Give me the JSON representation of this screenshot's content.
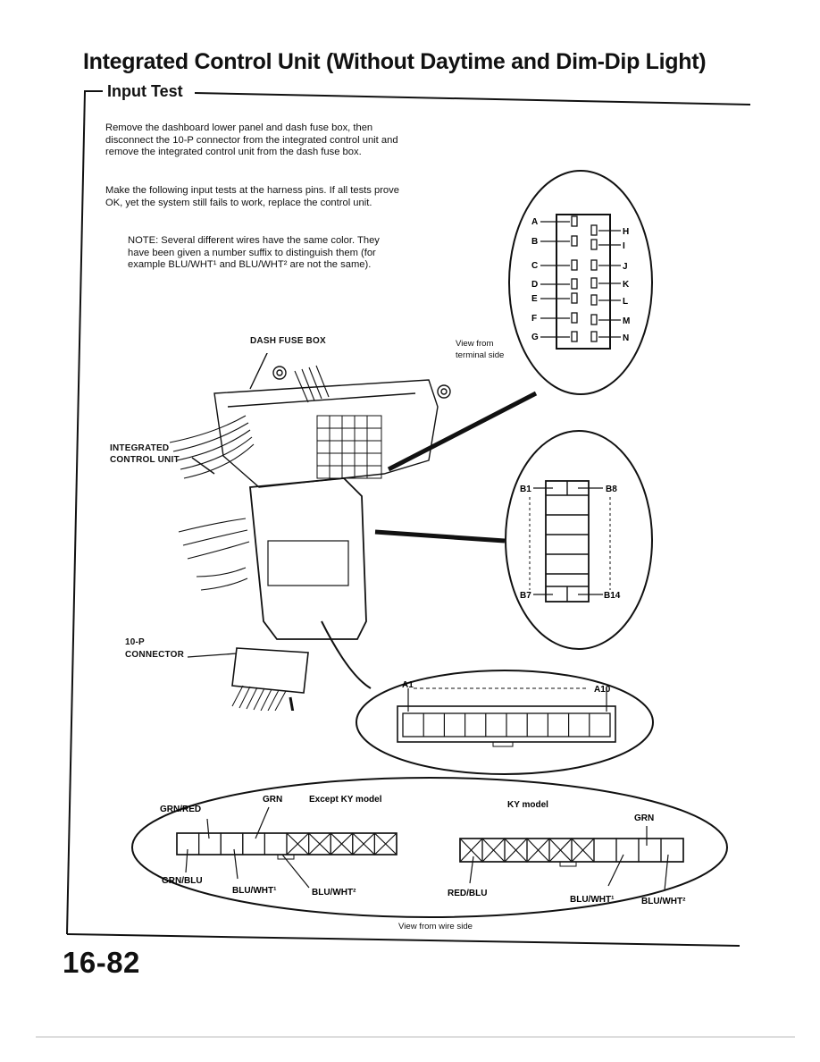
{
  "page": {
    "title": "Integrated Control Unit (Without Daytime and Dim-Dip Light)",
    "section": "Input Test",
    "page_number": "16-82"
  },
  "instructions": {
    "para1": "Remove the dashboard lower panel and dash fuse box, then disconnect the 10-P connector from the integrated control unit and remove the integrated control unit from the dash fuse box.",
    "para2": "Make the following input tests at the harness pins. If all tests prove OK, yet the system still fails to work, replace the control unit.",
    "note": "NOTE: Several different wires have the same color. They have been given a number suffix to distinguish them (for example BLU/WHT¹ and BLU/WHT² are not the same)."
  },
  "labels": {
    "dash_fuse_box": "DASH FUSE BOX",
    "integrated_control_unit_1": "INTEGRATED",
    "integrated_control_unit_2": "CONTROL UNIT",
    "connector_10p_1": "10-P",
    "connector_10p_2": "CONNECTOR",
    "view_terminal_1": "View from",
    "view_terminal_2": "terminal side",
    "view_wire_side": "View from wire side"
  },
  "connector_a_pins": {
    "left": [
      "A",
      "B",
      "C",
      "D",
      "E",
      "F",
      "G"
    ],
    "right": [
      "H",
      "I",
      "J",
      "K",
      "L",
      "M",
      "N"
    ]
  },
  "connector_b_pins": {
    "b1": "B1",
    "b8": "B8",
    "b7": "B7",
    "b14": "B14"
  },
  "connector_ten_pins": {
    "a1": "A1",
    "a10": "A10"
  },
  "harness": {
    "except_ky_title": "Except KY model",
    "ky_title": "KY model",
    "except_ky": {
      "grn_red": "GRN/RED",
      "grn": "GRN",
      "grn_blu": "GRN/BLU",
      "blu_wht1": "BLU/WHT¹",
      "blu_wht2": "BLU/WHT²"
    },
    "ky": {
      "grn": "GRN",
      "red_blu": "RED/BLU",
      "blu_wht1": "BLU/WHT¹",
      "blu_wht2": "BLU/WHT²"
    }
  }
}
